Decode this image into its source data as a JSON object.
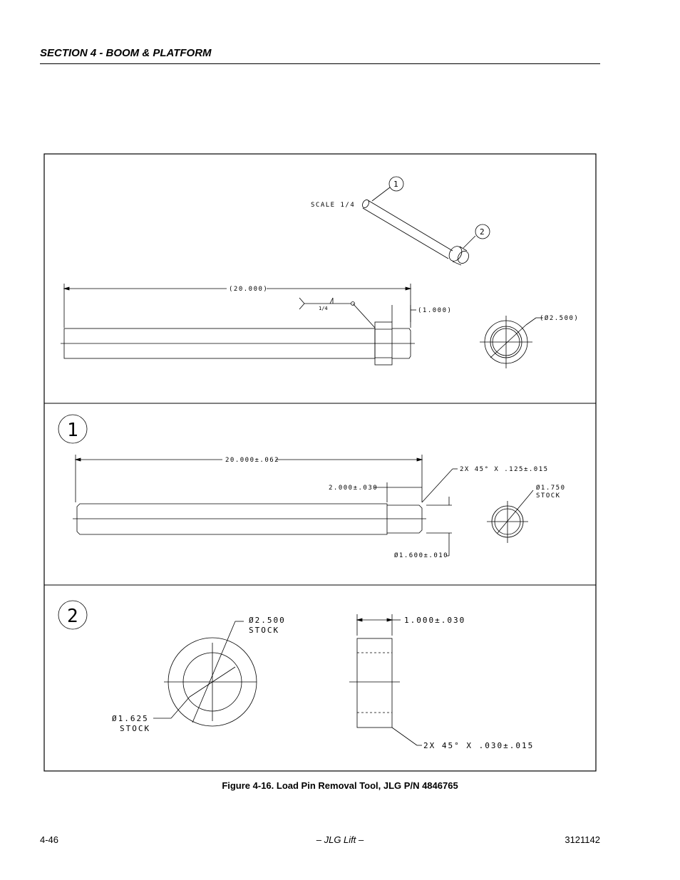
{
  "header": {
    "section_title": "SECTION 4 - BOOM & PLATFORM"
  },
  "figure": {
    "caption": "Figure 4-16.  Load Pin Removal Tool, JLG P/N 4846765",
    "assembly": {
      "scale_label": "SCALE  1/4",
      "balloon_1": "1",
      "balloon_2": "2",
      "overall_length": "(20.000)",
      "head_length": "(1.000)",
      "weld_symbol": "1/4",
      "diameter": "(Ø2.500)"
    },
    "part1": {
      "balloon": "1",
      "length": "20.000±.062",
      "step_length": "2.000±.030",
      "chamfer": "2X 45° X .125±.015",
      "stock_dia": "Ø1.750",
      "stock_label": "STOCK",
      "step_dia": "Ø1.600±.010"
    },
    "part2": {
      "balloon": "2",
      "outer_dia": "Ø2.500",
      "outer_stock": "STOCK",
      "inner_dia": "Ø1.625",
      "inner_stock": "STOCK",
      "thickness": "1.000±.030",
      "chamfer": "2X 45° X .030±.015"
    }
  },
  "footer": {
    "page_number": "4-46",
    "center": "– JLG Lift –",
    "doc_number": "3121142"
  }
}
